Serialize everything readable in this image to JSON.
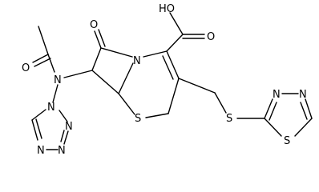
{
  "labels": {
    "ho": "HO",
    "o_keto": "O",
    "o_acetyl": "O",
    "o_acid": "O",
    "n_amide": "N",
    "n_lactam": "N",
    "s_thiazine": "S",
    "s_thioether": "S",
    "n_tz1": "N",
    "n_tz2": "N",
    "n_tz3": "N",
    "n_tz4": "N",
    "n_td1": "N",
    "n_td2": "N",
    "s_td": "S"
  }
}
